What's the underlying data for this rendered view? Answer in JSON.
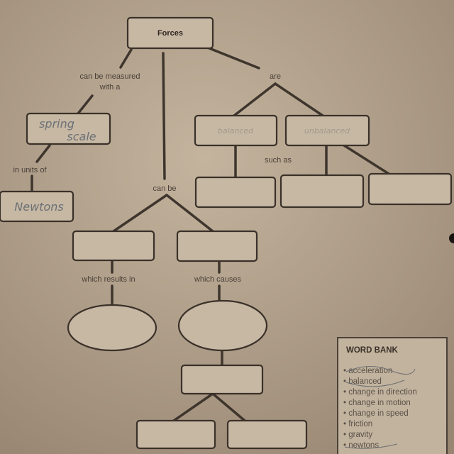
{
  "title": "Forces",
  "links": {
    "measured_1": "can be measured",
    "measured_2": "with a",
    "units": "in units of",
    "are": "are",
    "such_as": "such as",
    "can_be": "can be",
    "results_in": "which results in",
    "causes": "which causes"
  },
  "handwritten": {
    "spring_1": "spring",
    "spring_2": "scale",
    "newtons": "Newtons",
    "balanced": "balanced",
    "unbalanced": "unbalanced"
  },
  "word_bank": {
    "title": "WORD BANK",
    "items": [
      "acceleration",
      "balanced",
      "change in direction",
      "change in motion",
      "change in speed",
      "friction",
      "gravity",
      "newtons"
    ]
  }
}
